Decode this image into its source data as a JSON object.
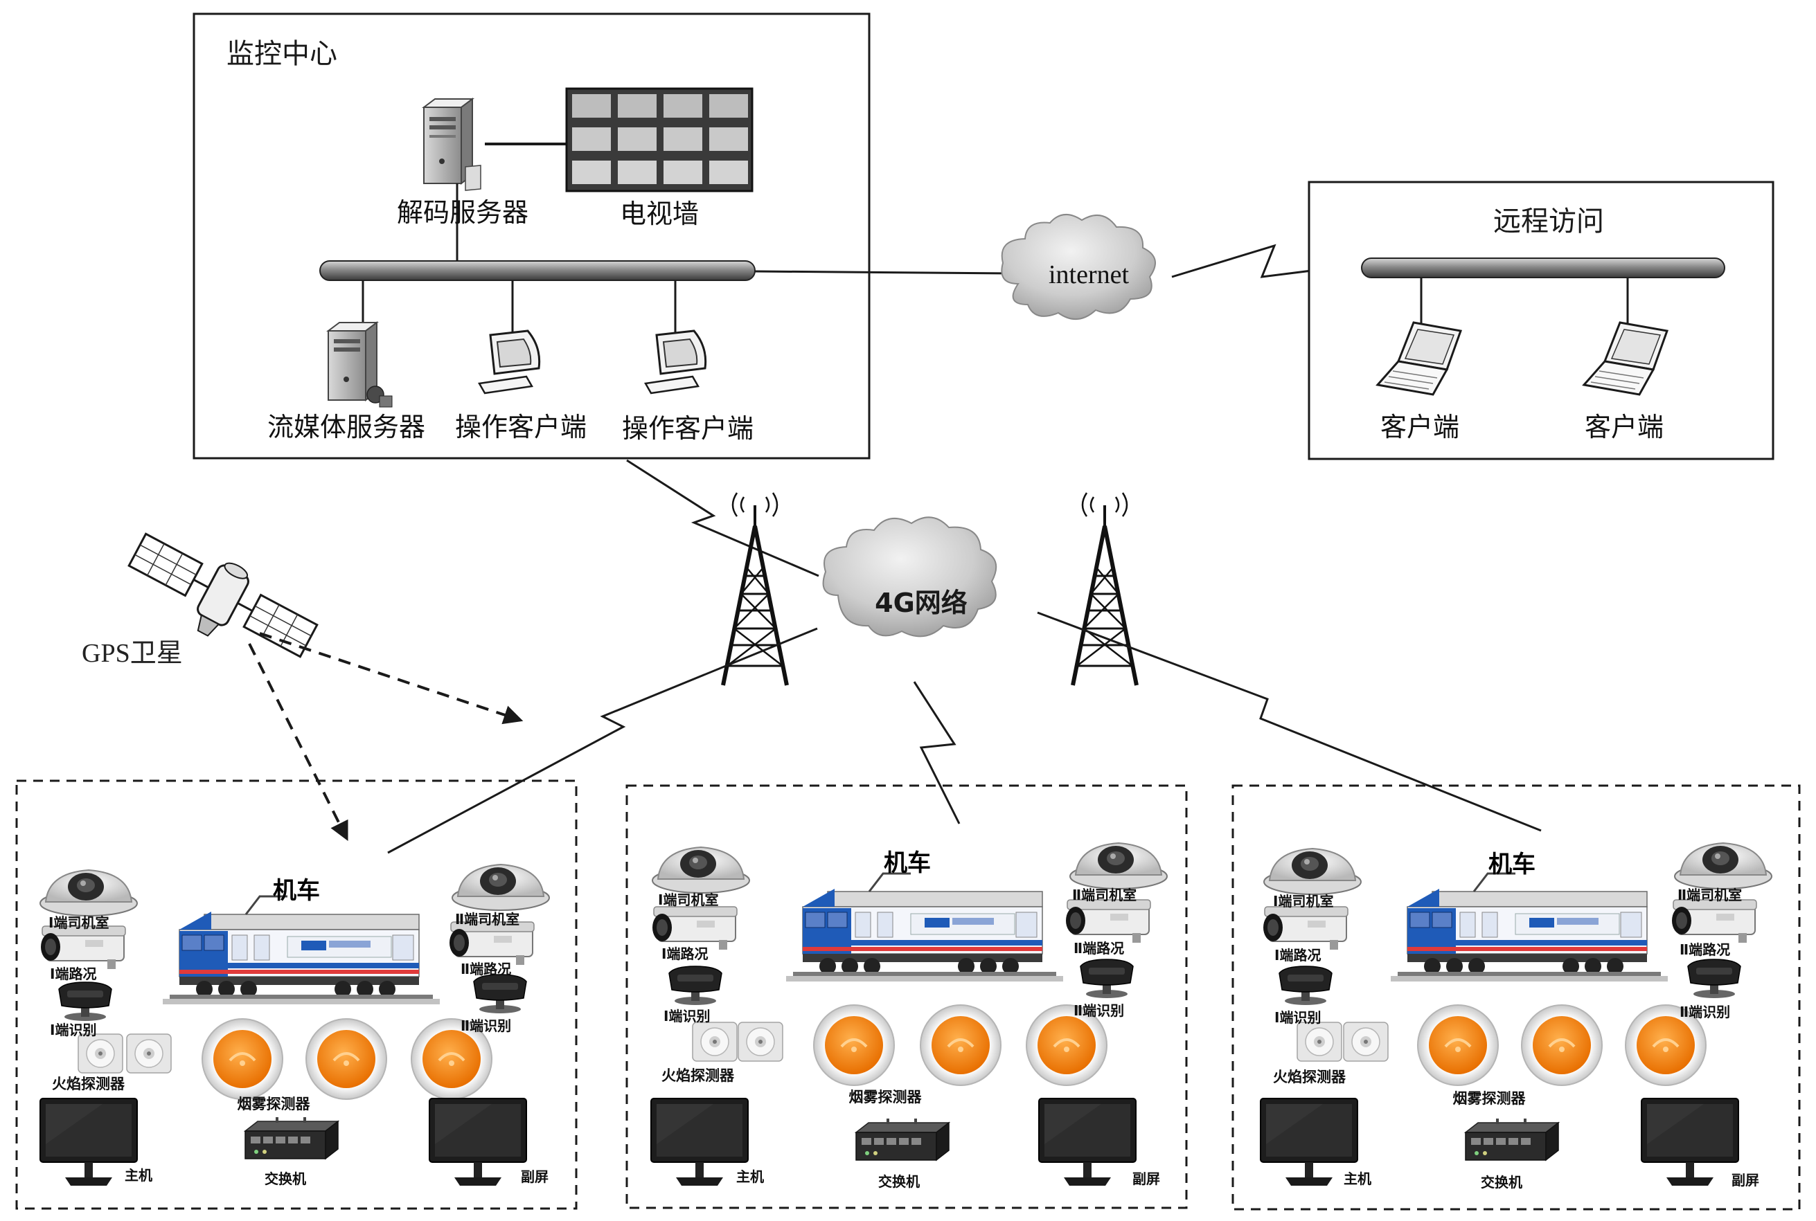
{
  "monitoring_center": {
    "title": "监控中心",
    "decoder_server": "解码服务器",
    "tv_wall": "电视墙",
    "streaming_server": "流媒体服务器",
    "operator_client_1": "操作客户端",
    "operator_client_2": "操作客户端"
  },
  "internet": {
    "label": "internet"
  },
  "remote_access": {
    "title": "远程访问",
    "client_1": "客户端",
    "client_2": "客户端"
  },
  "network_4g": {
    "label": "4G网络"
  },
  "gps": {
    "label": "GPS卫星"
  },
  "vehicles": [
    {
      "title": "机车",
      "labels": {
        "cab_cam_1": "Ⅰ端司机室",
        "road_cam_1": "Ⅰ端路况",
        "id_cam_1": "Ⅰ端识别",
        "cab_cam_2": "Ⅱ端司机室",
        "road_cam_2": "Ⅱ端路况",
        "id_cam_2": "Ⅱ端识别",
        "flame": "火焰探测器",
        "smoke": "烟雾探测器",
        "host": "主机",
        "switch": "交换机",
        "sub_screen": "副屏"
      }
    },
    {
      "title": "机车",
      "labels": {
        "cab_cam_1": "Ⅰ端司机室",
        "road_cam_1": "Ⅰ端路况",
        "id_cam_1": "Ⅰ端识别",
        "cab_cam_2": "Ⅱ端司机室",
        "road_cam_2": "Ⅱ端路况",
        "id_cam_2": "Ⅱ端识别",
        "flame": "火焰探测器",
        "smoke": "烟雾探测器",
        "host": "主机",
        "switch": "交换机",
        "sub_screen": "副屏"
      }
    },
    {
      "title": "机车",
      "labels": {
        "cab_cam_1": "Ⅰ端司机室",
        "road_cam_1": "Ⅰ端路况",
        "id_cam_1": "Ⅰ端识别",
        "cab_cam_2": "Ⅱ端司机室",
        "road_cam_2": "Ⅱ端路况",
        "id_cam_2": "Ⅱ端识别",
        "flame": "火焰探测器",
        "smoke": "烟雾探测器",
        "host": "主机",
        "switch": "交换机",
        "sub_screen": "副屏"
      }
    }
  ],
  "colors": {
    "line": "#1a1a1a",
    "bus_fill": "#9a9a9a",
    "cloud_fill": "#c8c8c8",
    "smoke_orange": "#f08a1c",
    "train_blue": "#1f5bb8",
    "monitor_dark": "#1b1b1b"
  },
  "icons": {
    "server": "server-icon",
    "video_wall": "video-wall-icon",
    "workstation": "workstation-icon",
    "laptop": "laptop-icon",
    "cloud": "cloud-icon",
    "tower": "radio-tower-icon",
    "satellite": "satellite-icon",
    "dome_camera": "dome-camera-icon",
    "bullet_camera": "bullet-camera-icon",
    "face_camera": "face-recognition-camera-icon",
    "flame_detector": "flame-detector-icon",
    "smoke_detector": "smoke-detector-icon",
    "monitor": "monitor-icon",
    "network_switch": "network-switch-icon",
    "locomotive": "locomotive-icon"
  }
}
